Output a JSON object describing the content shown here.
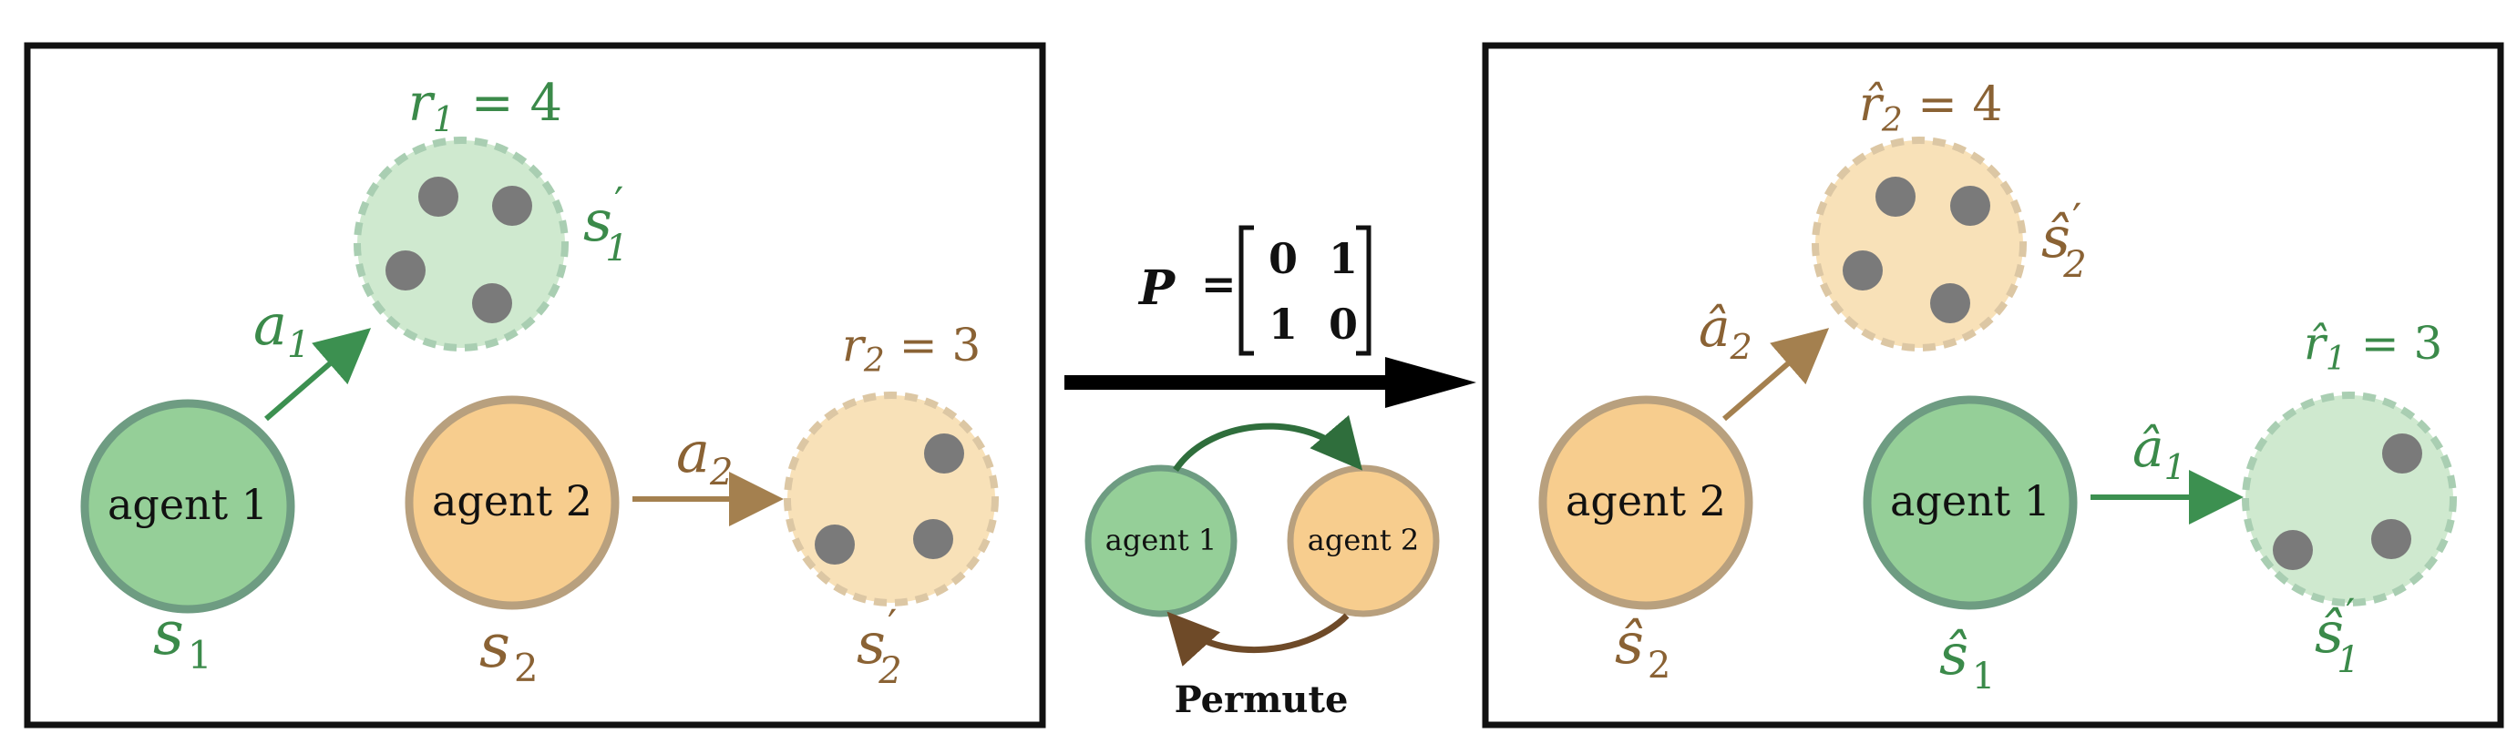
{
  "colors": {
    "green_text": "#3b8a4a",
    "brown_text": "#8a6234",
    "agent1_fill": "#95cf98",
    "agent1_stroke": "#6e9c82",
    "agent2_fill": "#f7cd8e",
    "agent2_stroke": "#b8a07e",
    "green_state_fill": "#cfe9cf",
    "green_state_stroke": "#a9ceb2",
    "orange_state_fill": "#f8e1b8",
    "orange_state_stroke": "#dcc7a4",
    "dot": "#7a7a7a",
    "green_arrow": "#3c9050",
    "brown_arrow": "#a4804f",
    "cycle_green": "#2f6e3c",
    "cycle_brown": "#6e4a28"
  },
  "left_panel": {
    "agent1_label": "agent 1",
    "agent2_label": "agent 2",
    "s1": "s",
    "s1_sub": "1",
    "s2": "s",
    "s2_sub": "2",
    "a1": "a",
    "a1_sub": "1",
    "a2": "a",
    "a2_sub": "2",
    "r1": "r",
    "r1_sub": "1",
    "r1_value": " = 4",
    "r2": "r",
    "r2_sub": "2",
    "r2_value": " = 3",
    "s1_prime": "s",
    "s1_prime_sub": "1",
    "s2_prime": "s",
    "s2_prime_sub": "2",
    "prime_mark": "′"
  },
  "middle": {
    "p_label": "P",
    "equals": "=",
    "matrix": [
      [
        "0",
        "1"
      ],
      [
        "1",
        "0"
      ]
    ],
    "agent1_label": "agent 1",
    "agent2_label": "agent 2",
    "permute_label": "Permute"
  },
  "right_panel": {
    "agent2_label": "agent 2",
    "agent1_label": "agent 1",
    "hat_s2": "ŝ",
    "hat_s2_sub": "2",
    "hat_s1": "ŝ",
    "hat_s1_sub": "1",
    "hat_a2": "â",
    "hat_a2_sub": "2",
    "hat_a1": "â",
    "hat_a1_sub": "1",
    "hat_r2": "r̂",
    "hat_r2_sub": "2",
    "hat_r2_value": " = 4",
    "hat_r1": "r̂",
    "hat_r1_sub": "1",
    "hat_r1_value": " = 3",
    "hat_s2_prime": "ŝ",
    "hat_s2_prime_sub": "2",
    "hat_s1_prime": "ŝ",
    "hat_s1_prime_sub": "1",
    "prime_mark": "′"
  }
}
